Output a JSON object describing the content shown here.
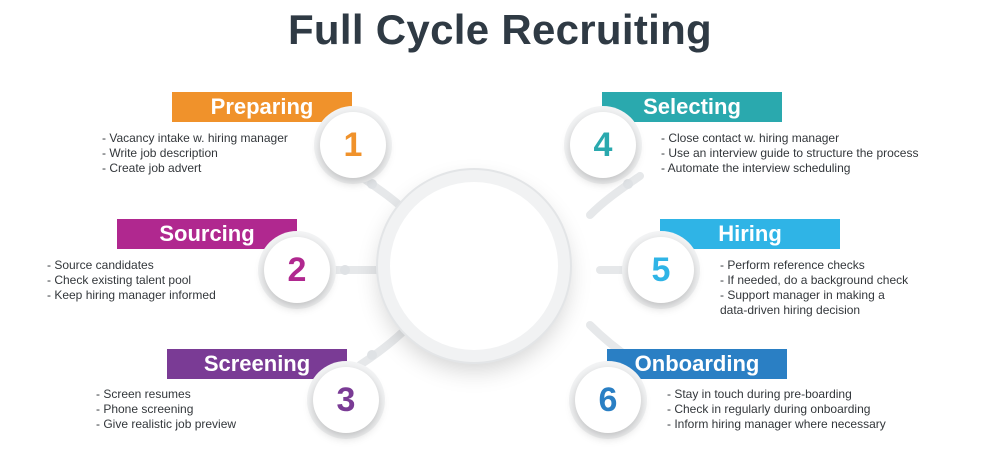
{
  "title": "Full Cycle Recruiting",
  "steps": [
    {
      "number": "1",
      "label": "Preparing",
      "color": "#f0922b",
      "bullets": [
        "- Vacancy intake w. hiring manager",
        "- Write job description",
        "- Create job advert"
      ]
    },
    {
      "number": "2",
      "label": "Sourcing",
      "color": "#b0288f",
      "bullets": [
        "- Source candidates",
        "- Check existing talent pool",
        "- Keep hiring manager informed"
      ]
    },
    {
      "number": "3",
      "label": "Screening",
      "color": "#7a3b95",
      "bullets": [
        "- Screen resumes",
        "- Phone screening",
        "- Give realistic job preview"
      ]
    },
    {
      "number": "4",
      "label": "Selecting",
      "color": "#2aa9ae",
      "bullets": [
        "- Close contact w. hiring manager",
        "- Use an interview guide to structure the process",
        "- Automate the interview scheduling"
      ]
    },
    {
      "number": "5",
      "label": "Hiring",
      "color": "#2fb4e6",
      "bullets": [
        "- Perform reference checks",
        "- If needed, do a background check",
        "- Support manager in making a",
        "data-driven hiring decision"
      ]
    },
    {
      "number": "6",
      "label": "Onboarding",
      "color": "#2a7fc4",
      "bullets": [
        "- Stay in touch during pre-boarding",
        "- Check in regularly during onboarding",
        "- Inform hiring manager where necessary"
      ]
    }
  ]
}
